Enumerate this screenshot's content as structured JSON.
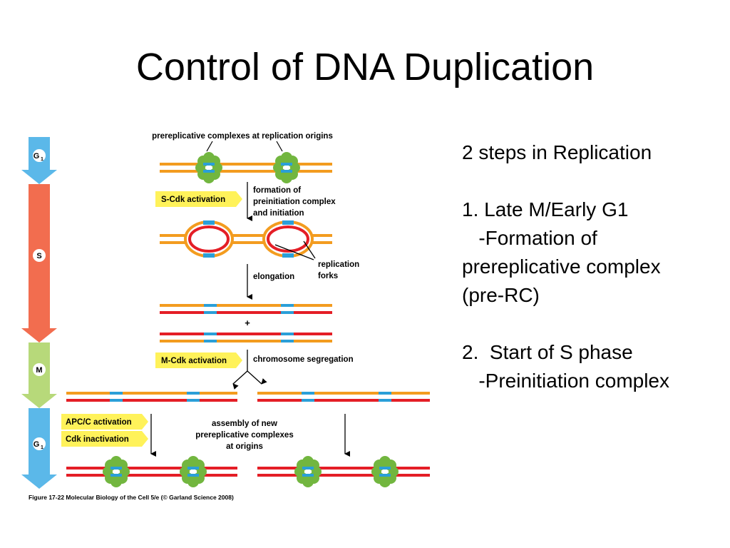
{
  "slide": {
    "title": "Control of DNA Duplication"
  },
  "diagram": {
    "top_label": "prereplicative complexes at replication origins",
    "phases": {
      "g1_top": "G",
      "g1_top_sub": "1",
      "s": "S",
      "m": "M",
      "g1_bottom": "G",
      "g1_bottom_sub": "1"
    },
    "tags": {
      "s_cdk": "S-Cdk activation",
      "m_cdk": "M-Cdk activation",
      "apc": "APC/C activation",
      "cdk_inact": "Cdk inactivation"
    },
    "labels": {
      "formation_1": "formation of",
      "formation_2": "preinitiation complex",
      "formation_3": "and initiation",
      "forks_1": "replication",
      "forks_2": "forks",
      "elongation": "elongation",
      "plus": "+",
      "segregation": "chromosome segregation",
      "assembly_1": "assembly of new",
      "assembly_2": "prereplicative complexes",
      "assembly_3": "at origins"
    },
    "caption": "Figure 17-22  Molecular Biology of the Cell 5/e (© Garland Science 2008)",
    "colors": {
      "parental_strand": "#f39c1f",
      "new_strand": "#e41e26",
      "origin": "#2a9fd8",
      "complex": "#72b63f",
      "g1_arrow": "#5bb8e9",
      "s_arrow": "#f26d4f",
      "m_arrow": "#b7d97a",
      "tag_fill": "#fff25a"
    }
  },
  "notes": {
    "heading": "2 steps in Replication",
    "step1_title": "1. Late M/Early G1",
    "step1_detail_1": "   -Formation of",
    "step1_detail_2": "prereplicative complex",
    "step1_detail_3": "(pre-RC)",
    "step2_title": "2.  Start of S phase",
    "step2_detail_1": "   -Preinitiation complex"
  }
}
